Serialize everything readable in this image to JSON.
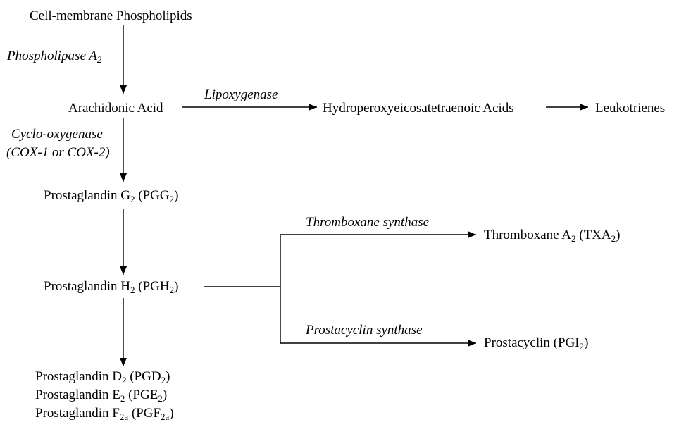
{
  "nodes": {
    "phospholipids": "Cell-membrane Phospholipids",
    "arachidonic": "Arachidonic Acid",
    "hpete": "Hydroperoxyeicosatetraenoic Acids",
    "leukotrienes": "Leukotrienes",
    "pgg2": {
      "name": "Prostaglandin G",
      "sub": "2",
      "abbr_pre": "(PGG",
      "abbr_sub": "2",
      "abbr_post": ")"
    },
    "pgh2": {
      "name": "Prostaglandin H",
      "sub": "2",
      "abbr_pre": "(PGH",
      "abbr_sub": "2",
      "abbr_post": ")"
    },
    "txa2": {
      "name": "Thromboxane A",
      "sub": "2",
      "abbr_pre": "(TXA",
      "abbr_sub": "2",
      "abbr_post": ")"
    },
    "pgi2": {
      "name": "Prostacyclin ",
      "abbr_pre": "(PGI",
      "abbr_sub": "2",
      "abbr_post": ")"
    },
    "pgd2": {
      "name": "Prostaglandin D",
      "sub": "2",
      "abbr_pre": "(PGD",
      "abbr_sub": "2",
      "abbr_post": ")"
    },
    "pge2": {
      "name": "Prostaglandin E",
      "sub": "2",
      "abbr_pre": "(PGE",
      "abbr_sub": "2",
      "abbr_post": ")"
    },
    "pgf2a": {
      "name": "Prostaglandin F",
      "sub": "2a",
      "abbr_pre": "(PGF",
      "abbr_sub": "2a",
      "abbr_post": ")"
    }
  },
  "enzymes": {
    "pla2": {
      "text": "Phospholipase A",
      "sub": "2"
    },
    "lipoxygenase": "Lipoxygenase",
    "cox_line1": "Cyclo-oxygenase",
    "cox_line2": "(COX-1 or COX-2)",
    "thromboxane_synthase": "Thromboxane synthase",
    "prostacyclin_synthase": "Prostacyclin synthase"
  }
}
